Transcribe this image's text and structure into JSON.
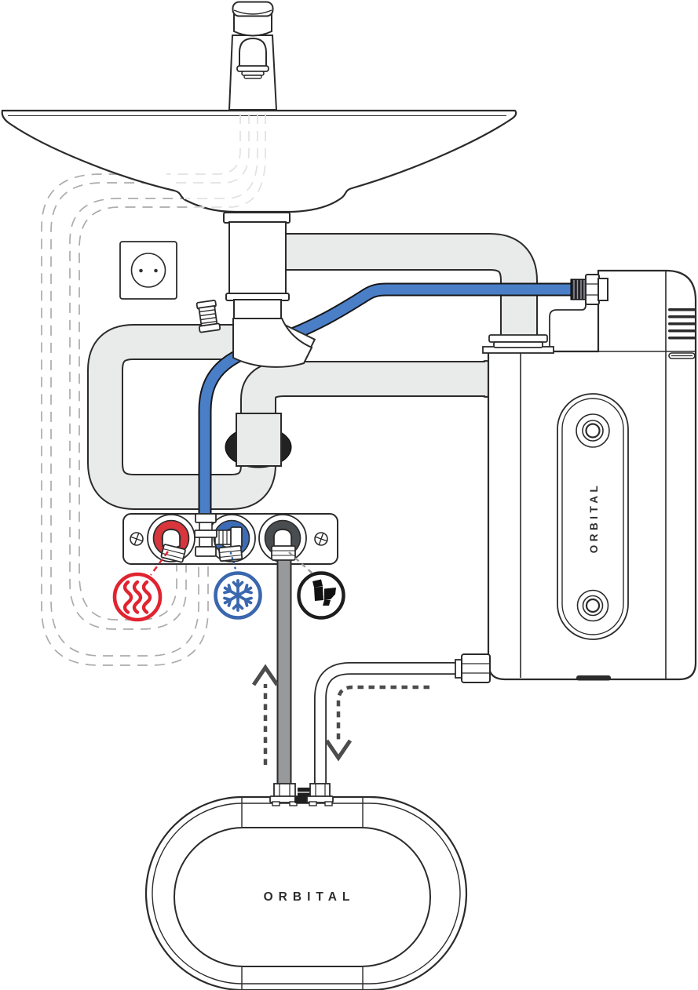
{
  "diagram": {
    "title": "sink-and-toilet-water-system-installation-diagram",
    "wall_unit": {
      "label": "ORBITAL"
    },
    "floor_unit": {
      "label": "ORBITAL"
    },
    "manifold": {
      "connections": [
        {
          "id": "hot-water",
          "icon": "heat-waves-icon",
          "color": "#e02430"
        },
        {
          "id": "cold-water",
          "icon": "snowflake-icon",
          "color": "#3a67ae"
        },
        {
          "id": "toilet",
          "icon": "toilet-icon",
          "color": "#1d1d1d"
        }
      ]
    },
    "colors": {
      "hose_blue": "#4a7fc7",
      "pipe_gray": "#e9eaea",
      "supply_pipe_gray": "#97999b",
      "outline": "#2b2b2b"
    },
    "flow_arrows": [
      {
        "id": "flow-up-arrow",
        "direction": "up"
      },
      {
        "id": "flow-down-arrow",
        "direction": "down"
      }
    ]
  }
}
